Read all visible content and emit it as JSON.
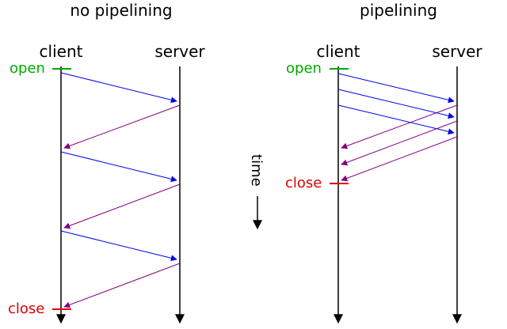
{
  "panels": {
    "left": {
      "title": "no pipelining",
      "client_label": "client",
      "server_label": "server",
      "open_label": "open",
      "close_label": "close"
    },
    "right": {
      "title": "pipelining",
      "client_label": "client",
      "server_label": "server",
      "open_label": "open",
      "close_label": "close"
    }
  },
  "time_label": "time",
  "colors": {
    "request": "#0000ee",
    "response": "#800080",
    "open": "#00aa00",
    "close": "#dd0000",
    "lifeline": "#000000"
  }
}
